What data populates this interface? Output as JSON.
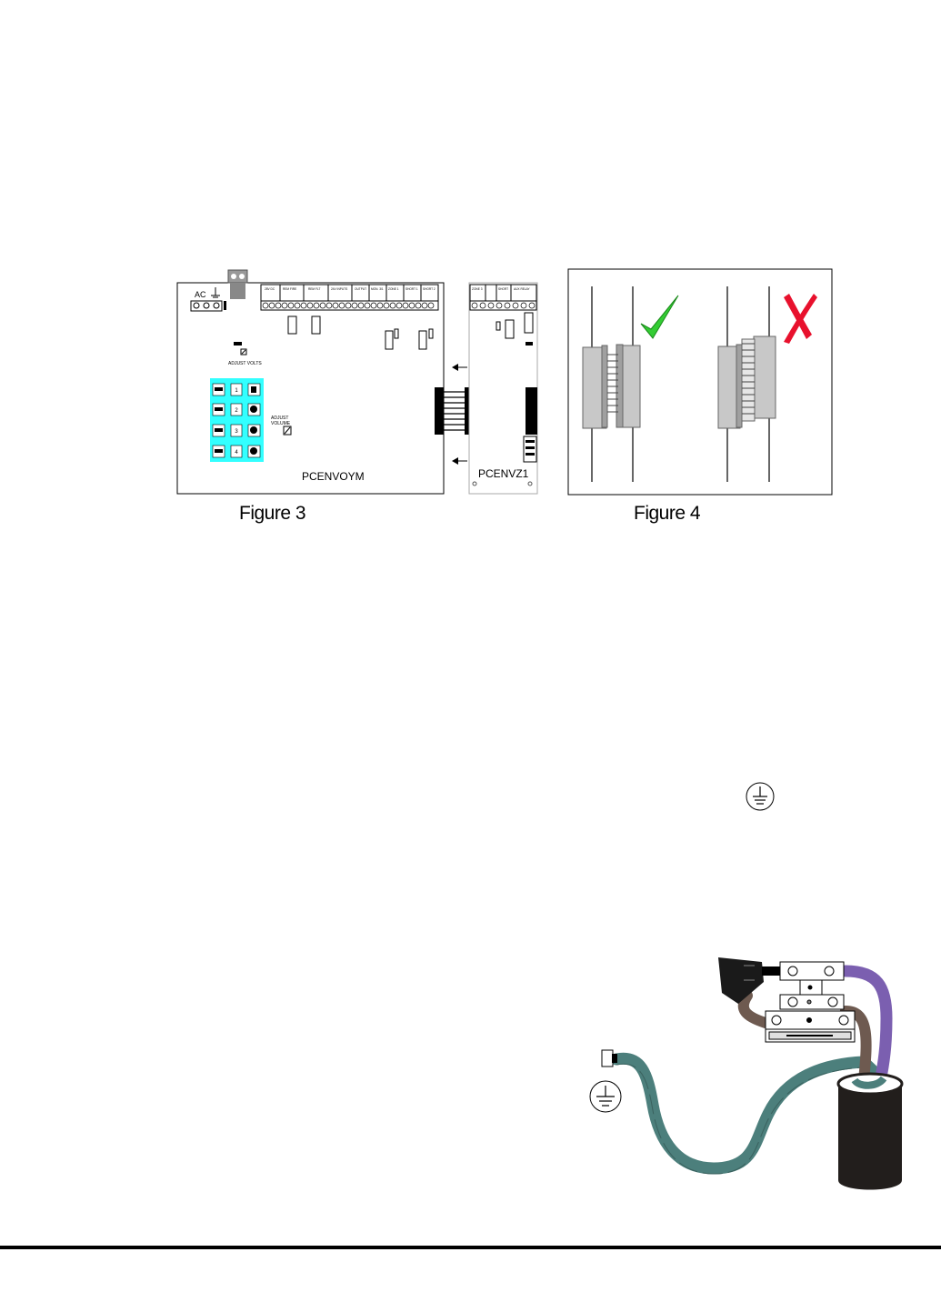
{
  "figure3": {
    "caption": "Figure 3",
    "main_board": {
      "name": "PCENVOYM",
      "ac_label": "AC",
      "adjust_volts": "ADJUST VOLTS",
      "adjust_volume_line1": "ADJUST",
      "adjust_volume_line2": "VOLUME",
      "terminal_headers": [
        "28V DC",
        "REM FIRE",
        "REM FLT",
        "24V INPUTS",
        "OUTPUT",
        "MON. 3/1",
        "ZONE 1",
        "SHORT 1",
        "SHORT 2"
      ],
      "keypad_color": "#33ffff"
    },
    "zone_board": {
      "name": "PCENVZ1",
      "terminal_headers": [
        "ZONE 3",
        "SHORT",
        "AUX RELAY"
      ]
    }
  },
  "figure4": {
    "caption": "Figure 4",
    "correct_mark_color": "#33cc33",
    "wrong_mark_color": "#e8112d"
  },
  "illustration": {
    "cable_green": "#4c7f7c",
    "cable_purple": "#7b5fb0",
    "cable_brown": "#6e5a50"
  }
}
